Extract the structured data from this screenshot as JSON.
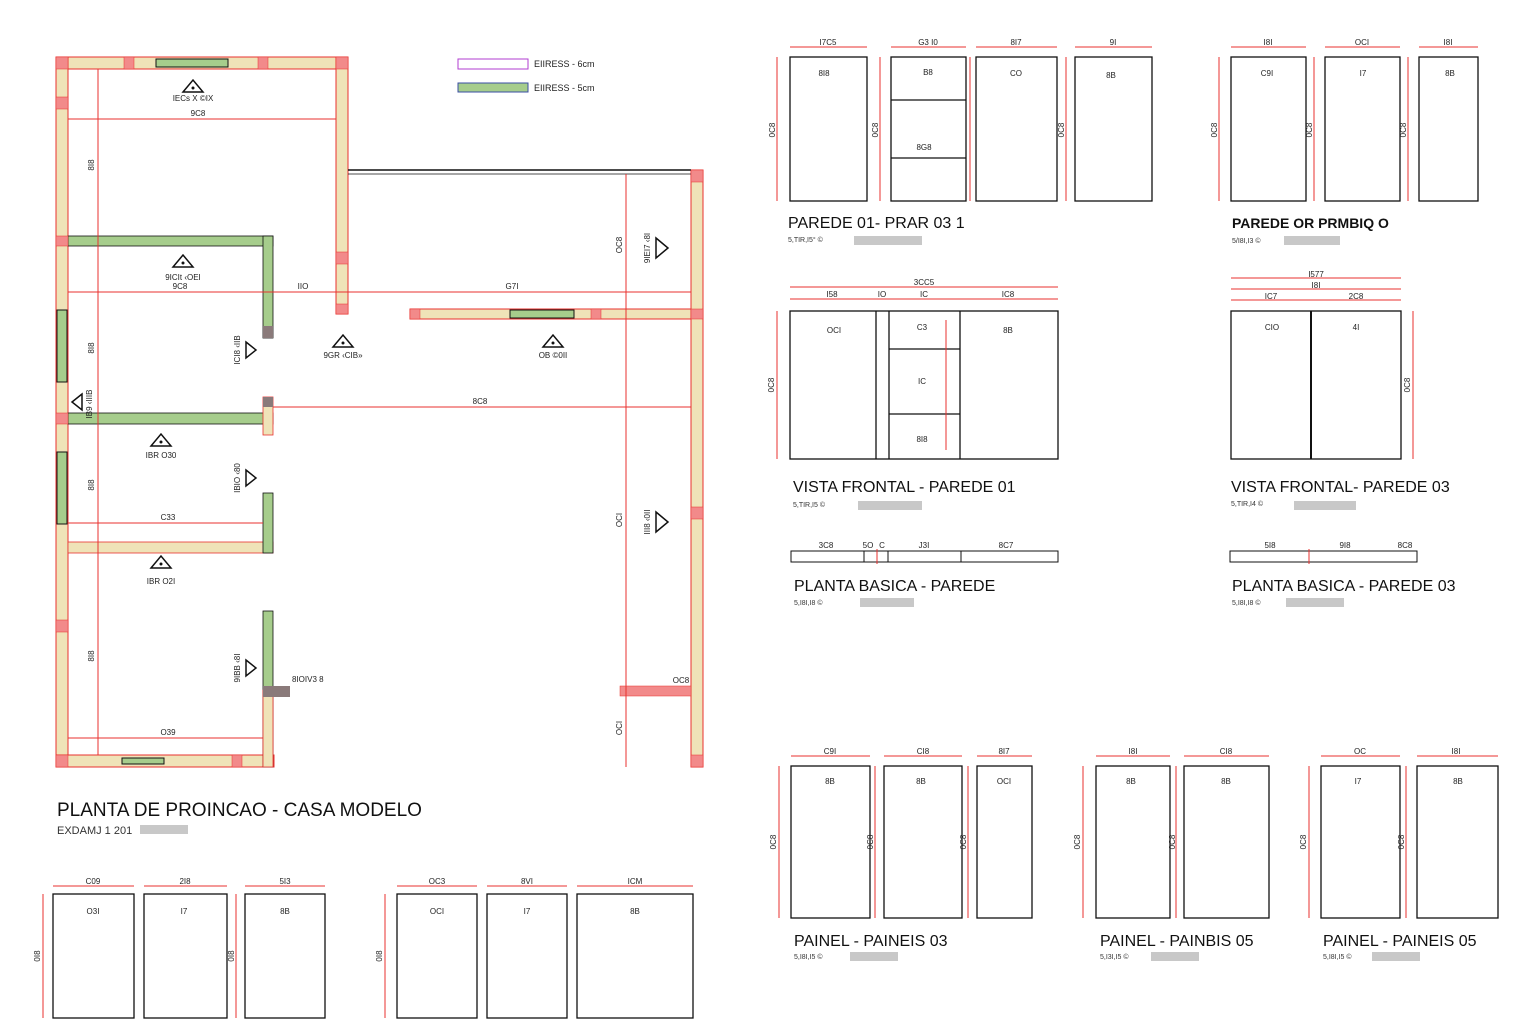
{
  "colors": {
    "wall_fill": "#efe3b8",
    "wall_stroke": "#e8322f",
    "green_wall": "#a6cd8c",
    "dimension": "#e8322f",
    "ink": "#111111",
    "gray_bar": "#c8c8c8",
    "column": "#f28a8a"
  },
  "legend": {
    "item1": "EIIRESS - 6cm",
    "item2": "EIIRESS - 5cm"
  },
  "plan": {
    "title": "PLANTA DE PROINCAO - CASA MODELO",
    "subtitle": "EXDAMJ 1 201",
    "room_labels": [
      "IECs X ©IX",
      "9ICIt ‹OEI",
      "9GR ‹CIB»",
      "OB ©0II",
      "IBR O30",
      "IBR O2I"
    ],
    "dims": [
      "9C8",
      "9C8",
      "IIO",
      "G7I",
      "8C8",
      "C33",
      "O39",
      "8I8",
      "8I8",
      "8I8",
      "8I8",
      "OC8",
      "OCI"
    ],
    "marker_labels": [
      "9IEI7 ‹8I",
      "III8 ‹0II",
      "ICI8 ‹IIB",
      "IBIO ‹80",
      "9IBB ‹8I",
      "IB9 ‹IIIB"
    ],
    "side_text": "8IOIV3 8"
  },
  "panels": {
    "parede01": {
      "title": "PAREDE 01- PRAR 03 1",
      "sub": "5,TIR,I5° ©",
      "dims": [
        "I7C5",
        "G3 I0",
        "8I7",
        "9I"
      ],
      "side": [
        "0C8",
        "0C8",
        "0C8"
      ],
      "labels": [
        "8I8",
        "B8",
        "8G8",
        "CO",
        "8B"
      ]
    },
    "parede02": {
      "title": "PAREDE OR PRMBIQ O",
      "sub": "5/I8I,I3 ©",
      "dims": [
        "I8I",
        "OCI",
        "I8I"
      ],
      "side": [
        "0C8",
        "0C8",
        "0C8"
      ],
      "labels": [
        "C9I",
        "I7",
        "8B"
      ]
    },
    "vista01": {
      "title": "VISTA FRONTAL - PAREDE 01",
      "sub": "5,TIR,I5 ©",
      "top_dim": "3CC5",
      "dims": [
        "I58",
        "IO",
        "IC",
        "IC8"
      ],
      "side": "0C8",
      "labels": [
        "OCI",
        "C3",
        "IC",
        "8I8",
        "8B"
      ]
    },
    "vista03": {
      "title": "VISTA FRONTAL- PAREDE 03",
      "sub": "5,TIR,I4 ©",
      "top_dims": [
        "I577",
        "I8I",
        "IC7",
        "2C8"
      ],
      "side": "0C8",
      "labels": [
        "CIO",
        "4I"
      ]
    },
    "basica01": {
      "title": "PLANTA BASICA - PAREDE",
      "sub": "5,I8I,I8 ©",
      "labels": [
        "3C8",
        "5O",
        "C",
        "J3I",
        "8C7"
      ]
    },
    "basica03": {
      "title": "PLANTA BASICA - PAREDE 03",
      "sub": "5,I8I,I8 ©",
      "labels": [
        "5I8",
        "9I8",
        "8C8"
      ]
    },
    "painel1": {
      "title": "PAINEL - PAINEIS  03",
      "sub": "5,I8I,I5 ©",
      "dims": [
        "C9I",
        "CI8",
        "8I7"
      ],
      "labels": [
        "8B",
        "8B",
        "OCI"
      ],
      "side": [
        "0C8",
        "0C8",
        "0C8"
      ]
    },
    "painel2": {
      "title": "PAINEL - PAINBIS 05",
      "sub": "5,I3I,I5 ©",
      "dims": [
        "I8I",
        "CI8"
      ],
      "labels": [
        "8B",
        "8B"
      ],
      "side": [
        "0C8",
        "0C8"
      ]
    },
    "painel3": {
      "title": "PAINEL - PAINEIS 05",
      "sub": "5,I8I,I5 ©",
      "dims": [
        "OC",
        "I8I"
      ],
      "labels": [
        "I7",
        "8B"
      ],
      "side": [
        "0C8",
        "0C8"
      ]
    },
    "bottom1": {
      "dims": [
        "C09",
        "2I8",
        "5I3"
      ],
      "labels": [
        "O3I",
        "I7",
        "8B"
      ],
      "side": [
        "0I8",
        "0I8"
      ]
    },
    "bottom2": {
      "dims": [
        "OC3",
        "8VI",
        "ICM"
      ],
      "labels": [
        "OCI",
        "I7",
        "8B"
      ],
      "side": "0I8"
    }
  }
}
